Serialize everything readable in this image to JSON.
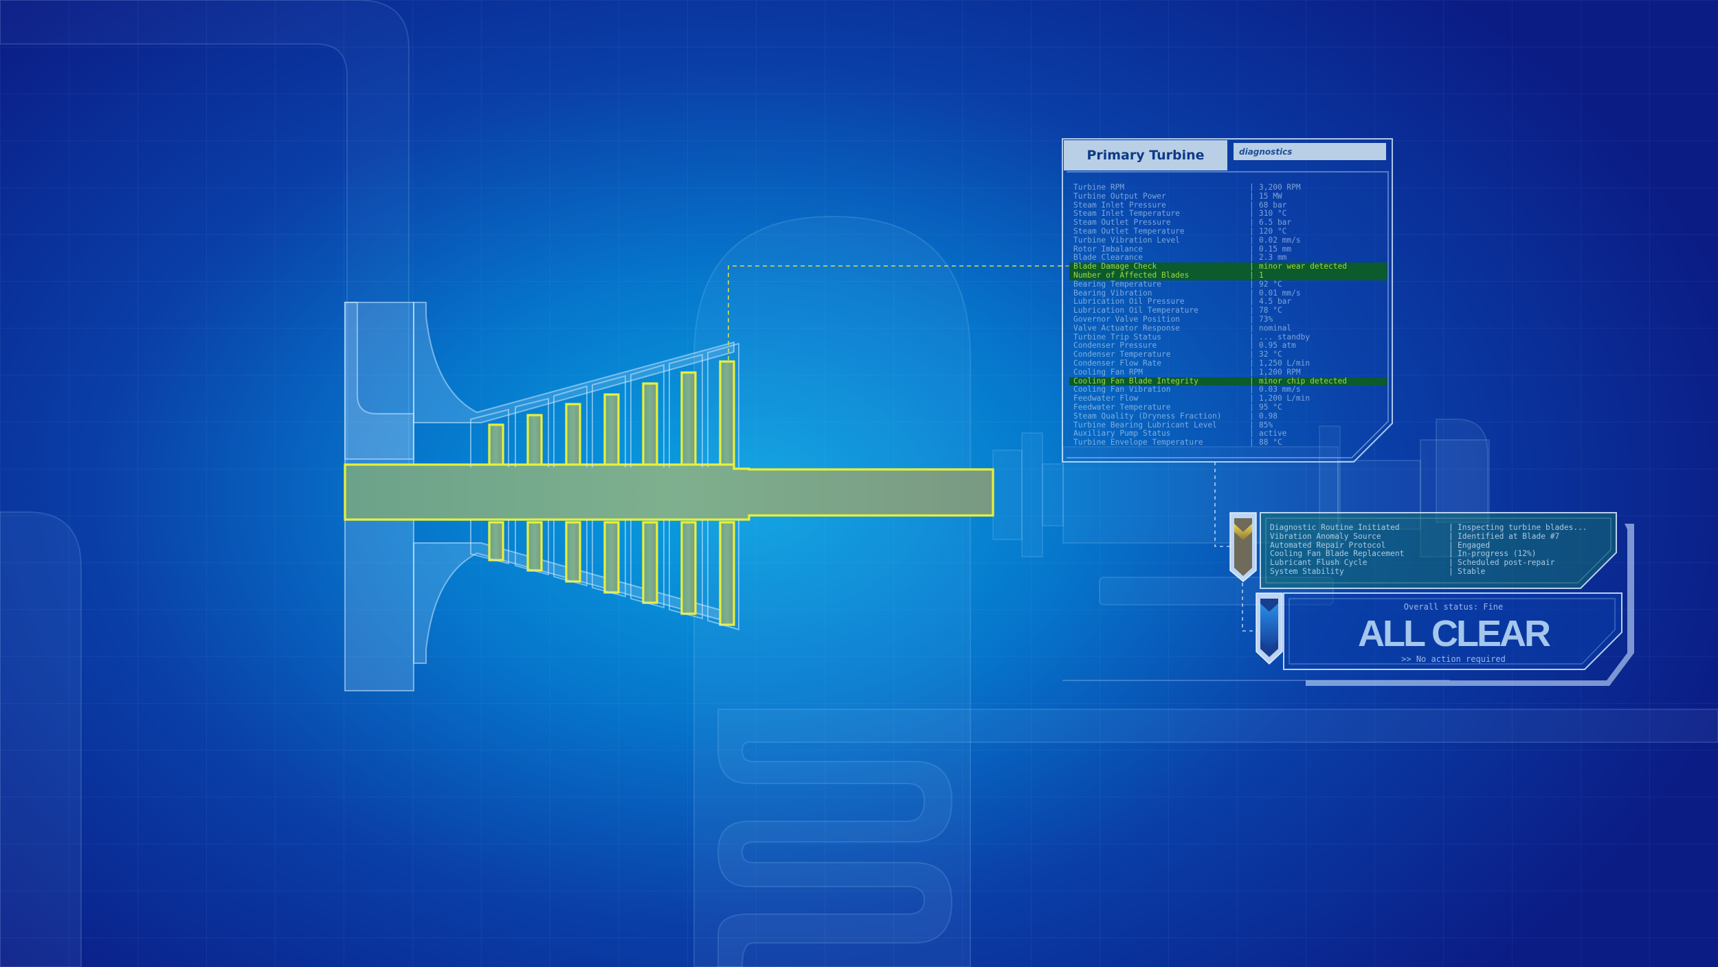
{
  "panel": {
    "title": "Primary Turbine",
    "tab": "diagnostics",
    "rows": [
      {
        "label": "Turbine RPM",
        "value": "3,200 RPM",
        "highlight": false
      },
      {
        "label": "Turbine Output Power",
        "value": "15 MW",
        "highlight": false
      },
      {
        "label": "Steam Inlet Pressure",
        "value": "68 bar",
        "highlight": false
      },
      {
        "label": "Steam Inlet Temperature",
        "value": "310 °C",
        "highlight": false
      },
      {
        "label": "Steam Outlet Pressure",
        "value": "6.5 bar",
        "highlight": false
      },
      {
        "label": "Steam Outlet Temperature",
        "value": "120 °C",
        "highlight": false
      },
      {
        "label": "Turbine Vibration Level",
        "value": "0.02 mm/s",
        "highlight": false
      },
      {
        "label": "Rotor Imbalance",
        "value": "0.15 mm",
        "highlight": false
      },
      {
        "label": "Blade Clearance",
        "value": "2.3 mm",
        "highlight": false
      },
      {
        "label": "Blade Damage Check",
        "value": "minor wear detected",
        "highlight": true
      },
      {
        "label": "Number of Affected Blades",
        "value": "1",
        "highlight": true
      },
      {
        "label": "Bearing Temperature",
        "value": "92 °C",
        "highlight": false
      },
      {
        "label": "Bearing Vibration",
        "value": "0.01 mm/s",
        "highlight": false
      },
      {
        "label": "Lubrication Oil Pressure",
        "value": "4.5 bar",
        "highlight": false
      },
      {
        "label": "Lubrication Oil Temperature",
        "value": "78 °C",
        "highlight": false
      },
      {
        "label": "Governor Valve Position",
        "value": "73%",
        "highlight": false
      },
      {
        "label": "Valve Actuator Response",
        "value": "nominal",
        "highlight": false
      },
      {
        "label": "Turbine Trip Status",
        "value": "... standby",
        "highlight": false
      },
      {
        "label": "Condenser Pressure",
        "value": "0.95 atm",
        "highlight": false
      },
      {
        "label": "Condenser Temperature",
        "value": "32 °C",
        "highlight": false
      },
      {
        "label": "Condenser Flow Rate",
        "value": "1,250 L/min",
        "highlight": false
      },
      {
        "label": "Cooling Fan RPM",
        "value": "1,200 RPM",
        "highlight": false
      },
      {
        "label": "Cooling Fan Blade Integrity",
        "value": "minor chip detected",
        "highlight": true
      },
      {
        "label": "Cooling Fan Vibration",
        "value": "0.03 mm/s",
        "highlight": false
      },
      {
        "label": "Feedwater Flow",
        "value": "1,200 L/min",
        "highlight": false
      },
      {
        "label": "Feedwater Temperature",
        "value": "95 °C",
        "highlight": false
      },
      {
        "label": "Steam Quality (Dryness Fraction)",
        "value": "0.98",
        "highlight": false
      },
      {
        "label": "Turbine Bearing Lubricant Level",
        "value": "85%",
        "highlight": false
      },
      {
        "label": "Auxiliary Pump Status",
        "value": "active",
        "highlight": false
      },
      {
        "label": "Turbine Envelope Temperature",
        "value": "88 °C",
        "highlight": false
      }
    ]
  },
  "steps": [
    {
      "label": "Diagnostic Routine Initiated",
      "value": "Inspecting turbine blades..."
    },
    {
      "label": "Vibration Anomaly Source",
      "value": "Identified at Blade #7"
    },
    {
      "label": "Automated Repair Protocol",
      "value": "Engaged"
    },
    {
      "label": "Cooling Fan Blade Replacement",
      "value": "In-progress (12%)"
    },
    {
      "label": "Lubricant Flush Cycle",
      "value": "Scheduled post-repair"
    },
    {
      "label": "System Stability",
      "value": "Stable"
    }
  ],
  "status": {
    "overall": "Overall status: Fine",
    "headline": "ALL CLEAR",
    "action": ">> No action required"
  },
  "colors": {
    "highlight": "#9fd641",
    "highlight_bg": "#0b5b2d",
    "panel_header": "#b8cfe6",
    "background_edge": "#0b1c85",
    "background_center": "#0aa3e2"
  },
  "icons": {
    "step_chevron_1": "chevron-down-yellow-icon",
    "step_chevron_2": "chevron-down-blue-icon"
  }
}
